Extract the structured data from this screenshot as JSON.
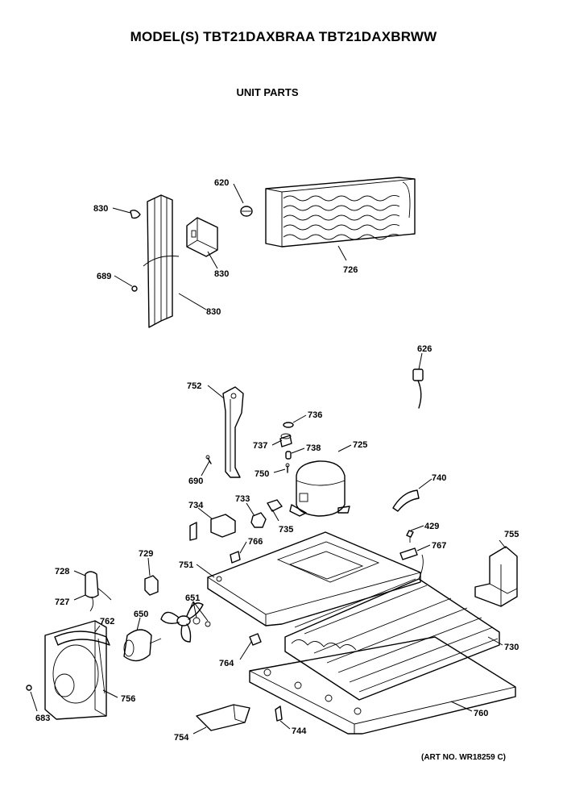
{
  "header": {
    "model_title": "MODEL(S) TBT21DAXBRAA  TBT21DAXBRWW",
    "section_title": "UNIT PARTS"
  },
  "footer": {
    "art_number": "(ART NO. WR18259 C)"
  },
  "parts": {
    "p620": "620",
    "p830a": "830",
    "p830b": "830",
    "p830c": "830",
    "p689": "689",
    "p726": "726",
    "p626": "626",
    "p752": "752",
    "p736": "736",
    "p737": "737",
    "p738": "738",
    "p725": "725",
    "p690": "690",
    "p750": "750",
    "p740": "740",
    "p733": "733",
    "p734": "734",
    "p735": "735",
    "p429": "429",
    "p767": "767",
    "p755": "755",
    "p766": "766",
    "p729": "729",
    "p728": "728",
    "p751": "751",
    "p727": "727",
    "p651": "651",
    "p762": "762",
    "p650": "650",
    "p730": "730",
    "p764": "764",
    "p756": "756",
    "p683": "683",
    "p760": "760",
    "p754": "754",
    "p744": "744"
  }
}
